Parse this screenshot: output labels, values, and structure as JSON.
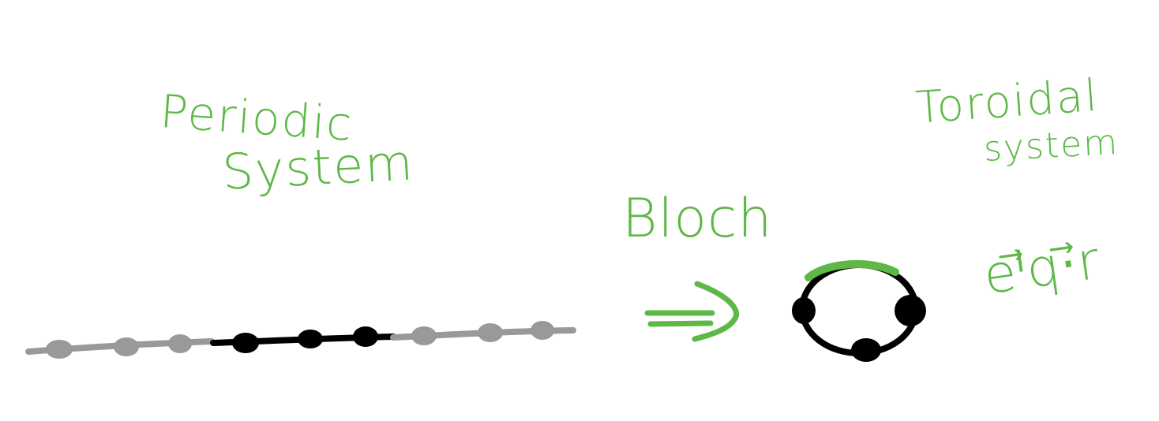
{
  "labels": {
    "periodic_line1": "Periodic",
    "periodic_line2": "System",
    "bloch": "Bloch",
    "toroidal_line1": "Toroidal",
    "toroidal_line2": "system",
    "phase_factor": "eⁱ⃗q·⃗r"
  },
  "colors": {
    "green": "#5DB847",
    "black": "#000000",
    "grey": "#999999"
  }
}
